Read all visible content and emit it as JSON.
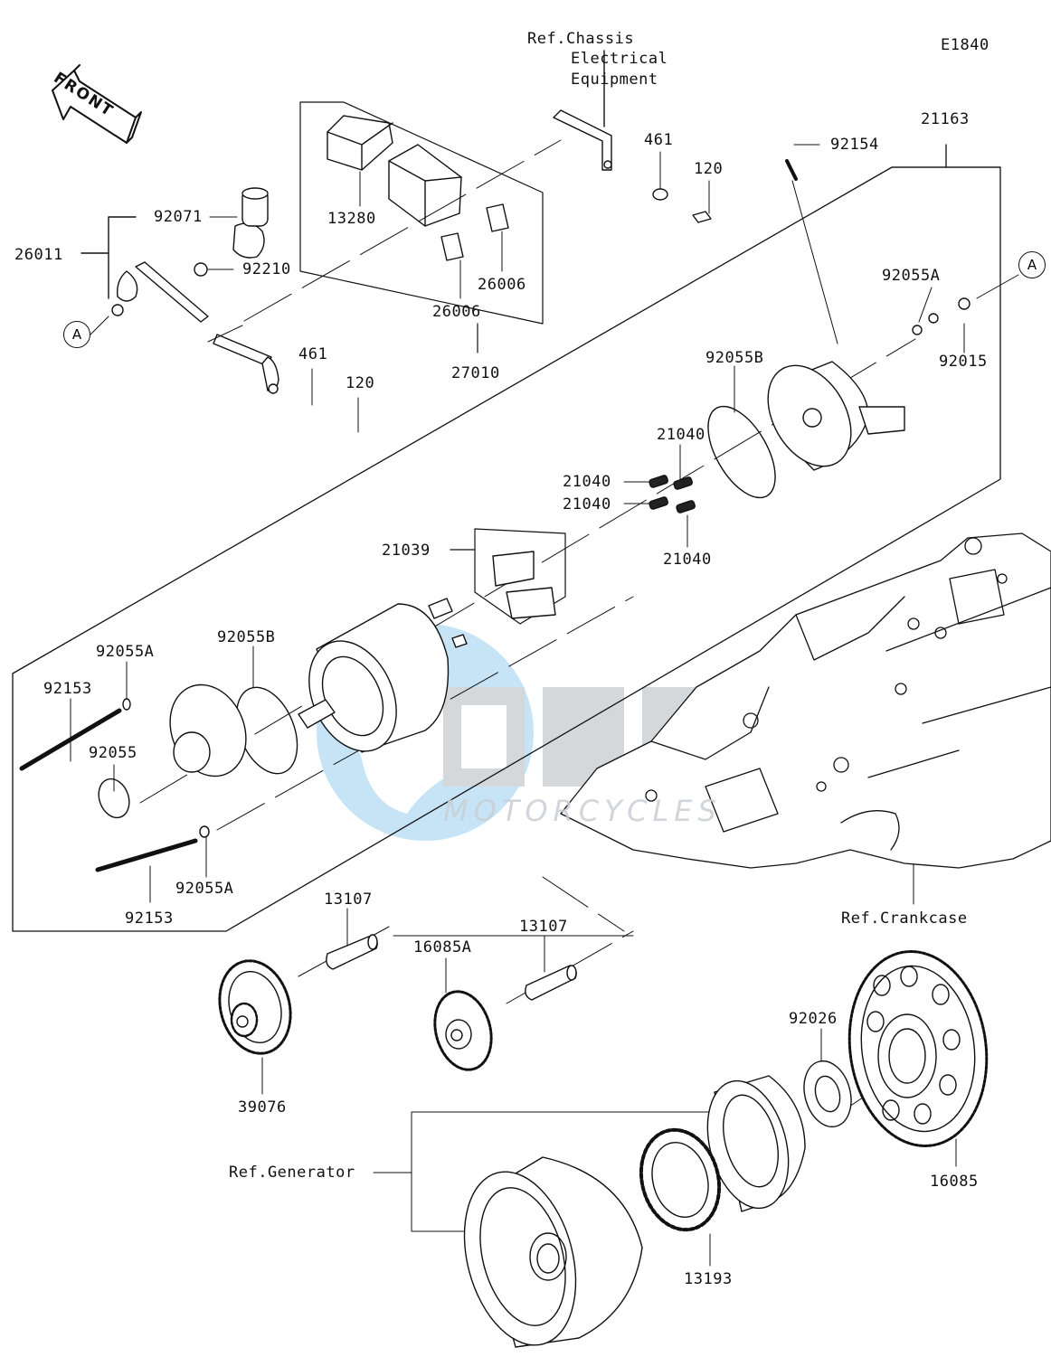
{
  "diagram_code": "E1840",
  "front_label": "FRONT",
  "callout_a": "A",
  "watermark": {
    "logo_text": "MOTORCYCLES"
  },
  "refs": {
    "chassis_line1": "Ref.Chassis",
    "chassis_line2": "Electrical",
    "chassis_line3": "Equipment",
    "crankcase": "Ref.Crankcase",
    "generator": "Ref.Generator"
  },
  "parts": [
    {
      "id": "p26011",
      "number": "26011"
    },
    {
      "id": "p92071",
      "number": "92071"
    },
    {
      "id": "p92210",
      "number": "92210"
    },
    {
      "id": "p461a",
      "number": "461"
    },
    {
      "id": "p120a",
      "number": "120"
    },
    {
      "id": "p13280",
      "number": "13280"
    },
    {
      "id": "p26006a",
      "number": "26006"
    },
    {
      "id": "p26006b",
      "number": "26006"
    },
    {
      "id": "p27010",
      "number": "27010"
    },
    {
      "id": "p461b",
      "number": "461"
    },
    {
      "id": "p120b",
      "number": "120"
    },
    {
      "id": "p92154",
      "number": "92154"
    },
    {
      "id": "p21163",
      "number": "21163"
    },
    {
      "id": "p92055A_top",
      "number": "92055A"
    },
    {
      "id": "p92015",
      "number": "92015"
    },
    {
      "id": "p92055B_top",
      "number": "92055B"
    },
    {
      "id": "p21040a",
      "number": "21040"
    },
    {
      "id": "p21040b",
      "number": "21040"
    },
    {
      "id": "p21040c",
      "number": "21040"
    },
    {
      "id": "p21040d",
      "number": "21040"
    },
    {
      "id": "p21039",
      "number": "21039"
    },
    {
      "id": "p92055A_l",
      "number": "92055A"
    },
    {
      "id": "p92055B_l",
      "number": "92055B"
    },
    {
      "id": "p92153a",
      "number": "92153"
    },
    {
      "id": "p92055",
      "number": "92055"
    },
    {
      "id": "p92055A_b",
      "number": "92055A"
    },
    {
      "id": "p92153b",
      "number": "92153"
    },
    {
      "id": "p13107a",
      "number": "13107"
    },
    {
      "id": "p16085A",
      "number": "16085A"
    },
    {
      "id": "p13107b",
      "number": "13107"
    },
    {
      "id": "p39076",
      "number": "39076"
    },
    {
      "id": "p92026",
      "number": "92026"
    },
    {
      "id": "p16085",
      "number": "16085"
    },
    {
      "id": "p13193",
      "number": "13193"
    }
  ]
}
